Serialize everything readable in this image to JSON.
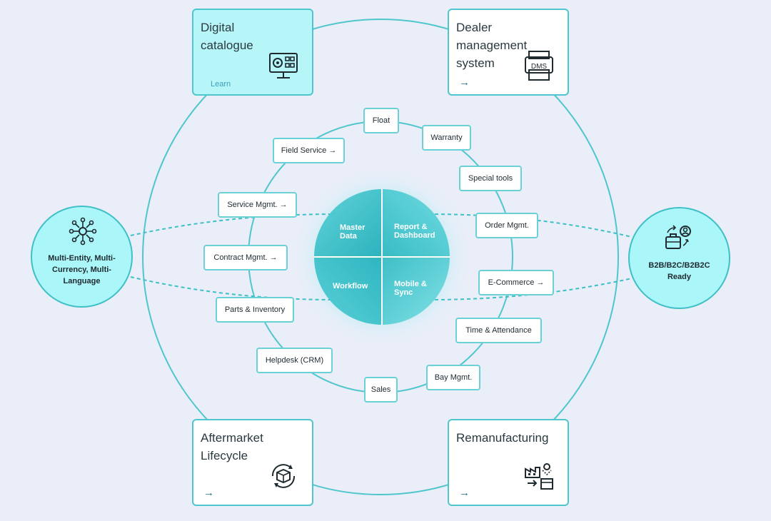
{
  "cards": {
    "digital_catalogue": {
      "title": "Digital\ncatalogue",
      "link": "Learn"
    },
    "dealer_management": {
      "title": "Dealer\nmanagement\nsystem",
      "link": "→",
      "icon_text": "DMS"
    },
    "aftermarket": {
      "title": "Aftermarket\nLifecycle",
      "link": "→"
    },
    "remanufacturing": {
      "title": "Remanufacturing",
      "link": "→"
    }
  },
  "hubs": {
    "left": {
      "label": "Multi-Entity, Multi-\nCurrency, Multi-\nLanguage",
      "icon": "network-icon"
    },
    "right": {
      "label": "B2B/B2C/B2B2C\nReady",
      "icon": "briefcase-user-icon"
    }
  },
  "core": {
    "master_data": "Master\nData",
    "report_dashboard": "Report &\nDashboard",
    "workflow": "Workflow",
    "mobile_sync": "Mobile &\nSync"
  },
  "modules": {
    "float": "Float",
    "warranty": "Warranty",
    "special_tools": "Special tools",
    "order_mgmt": "Order Mgmt.",
    "ecommerce": "E-Commerce →",
    "time_attendance": "Time & Attendance",
    "bay_mgmt": "Bay Mgmt.",
    "sales": "Sales",
    "helpdesk": "Helpdesk (CRM)",
    "parts_inventory": "Parts & Inventory",
    "contract_mgmt": "Contract Mgmt. →",
    "service_mgmt": "Service Mgmt. →",
    "field_service": "Field Service →"
  },
  "colors": {
    "accent": "#4fc6cd",
    "hub_fill": "#aaf6f8",
    "core_dark": "#2fb8c2",
    "background": "#e9eef8"
  }
}
